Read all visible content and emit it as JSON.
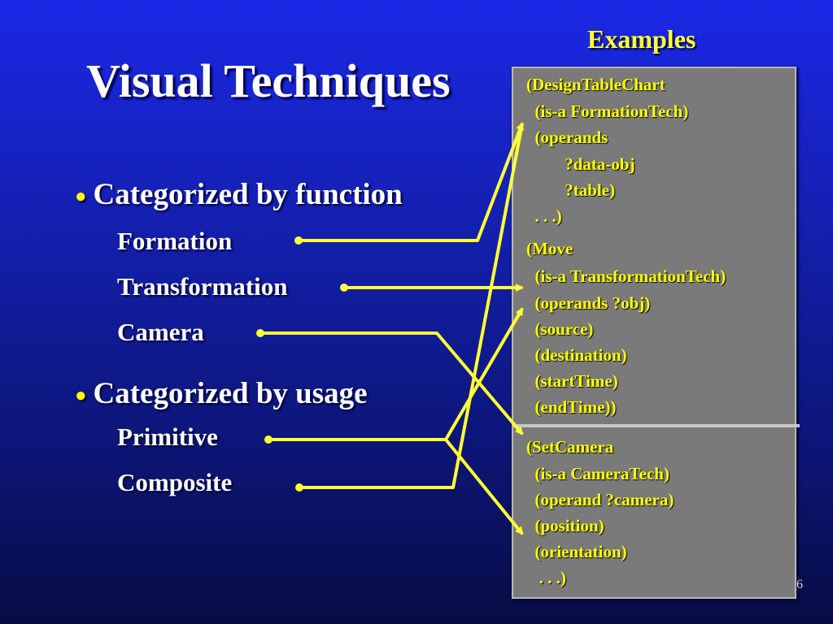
{
  "slide": {
    "title": "Visual Techniques",
    "examples_heading": "Examples",
    "page_number": "6"
  },
  "bullets": [
    {
      "heading": "Categorized by function",
      "items": [
        "Formation",
        "Transformation",
        "Camera"
      ]
    },
    {
      "heading": "Categorized by usage",
      "items": [
        "Primitive",
        "Composite"
      ]
    }
  ],
  "examples": [
    {
      "lines": [
        "(DesignTableChart",
        "  (is-a FormationTech)",
        "  (operands",
        "         ?data-obj",
        "         ?table)",
        "  . . .)"
      ]
    },
    {
      "lines": [
        "(Move",
        "  (is-a TransformationTech)",
        "  (operands ?obj)",
        "  (source)",
        "  (destination)",
        "  (startTime)",
        "  (endTime))"
      ]
    },
    {
      "lines": [
        "(SetCamera",
        "  (is-a CameraTech)",
        "  (operand ?camera)",
        "  (position)",
        "  (orientation)",
        "   . . .)"
      ]
    }
  ],
  "colors": {
    "background_top": "#1b28e6",
    "background_bottom": "#070c45",
    "title_text": "#ffffff",
    "accent_yellow": "#ffff00",
    "code_box_fill": "#7a7a7a",
    "connector_line": "#ffff33"
  }
}
